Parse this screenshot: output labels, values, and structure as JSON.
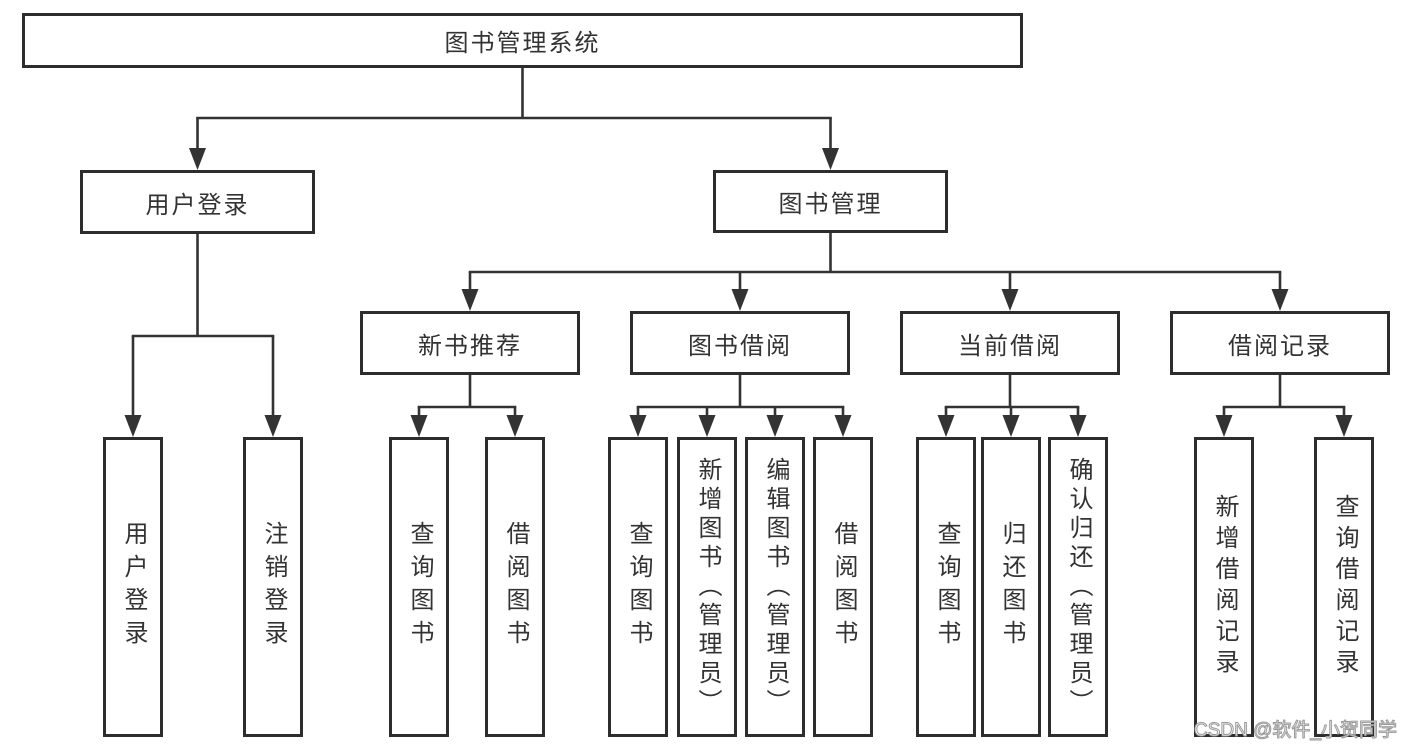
{
  "diagram": {
    "type": "hierarchy",
    "colors": {
      "line": "#333333",
      "box_border": "#2d2d2d",
      "text": "#333333",
      "background": "#ffffff",
      "watermark": "#9a9a9a"
    },
    "nodes": {
      "root": {
        "label": "图书管理系统"
      },
      "user_login": {
        "label": "用户登录",
        "children": {
          "login": {
            "label": "用户登录"
          },
          "logout": {
            "label": "注销登录"
          }
        }
      },
      "book_management": {
        "label": "图书管理",
        "children": {
          "new_book_recommend": {
            "label": "新书推荐",
            "children": {
              "query_books": {
                "label": "查询图书"
              },
              "borrow_books": {
                "label": "借阅图书"
              }
            }
          },
          "book_borrow": {
            "label": "图书借阅",
            "children": {
              "query_books": {
                "label": "查询图书"
              },
              "add_books_admin": {
                "label": "新增图书（管理员）"
              },
              "edit_books_admin": {
                "label": "编辑图书（管理员）"
              },
              "borrow_books": {
                "label": "借阅图书"
              }
            }
          },
          "current_borrow": {
            "label": "当前借阅",
            "children": {
              "query_books": {
                "label": "查询图书"
              },
              "return_books": {
                "label": "归还图书"
              },
              "confirm_return_admin": {
                "label": "确认归还（管理员）"
              }
            }
          },
          "borrow_records": {
            "label": "借阅记录",
            "children": {
              "add_borrow_record": {
                "label": "新增借阅记录"
              },
              "query_borrow_record": {
                "label": "查询借阅记录"
              }
            }
          }
        }
      }
    },
    "edges": [
      [
        "图书管理系统",
        "用户登录"
      ],
      [
        "图书管理系统",
        "图书管理"
      ],
      [
        "用户登录",
        "用户登录"
      ],
      [
        "用户登录",
        "注销登录"
      ],
      [
        "图书管理",
        "新书推荐"
      ],
      [
        "图书管理",
        "图书借阅"
      ],
      [
        "图书管理",
        "当前借阅"
      ],
      [
        "图书管理",
        "借阅记录"
      ],
      [
        "新书推荐",
        "查询图书"
      ],
      [
        "新书推荐",
        "借阅图书"
      ],
      [
        "图书借阅",
        "查询图书"
      ],
      [
        "图书借阅",
        "新增图书（管理员）"
      ],
      [
        "图书借阅",
        "编辑图书（管理员）"
      ],
      [
        "图书借阅",
        "借阅图书"
      ],
      [
        "当前借阅",
        "查询图书"
      ],
      [
        "当前借阅",
        "归还图书"
      ],
      [
        "当前借阅",
        "确认归还（管理员）"
      ],
      [
        "借阅记录",
        "新增借阅记录"
      ],
      [
        "借阅记录",
        "查询借阅记录"
      ]
    ],
    "watermark": "CSDN @软件_小贺同学"
  }
}
